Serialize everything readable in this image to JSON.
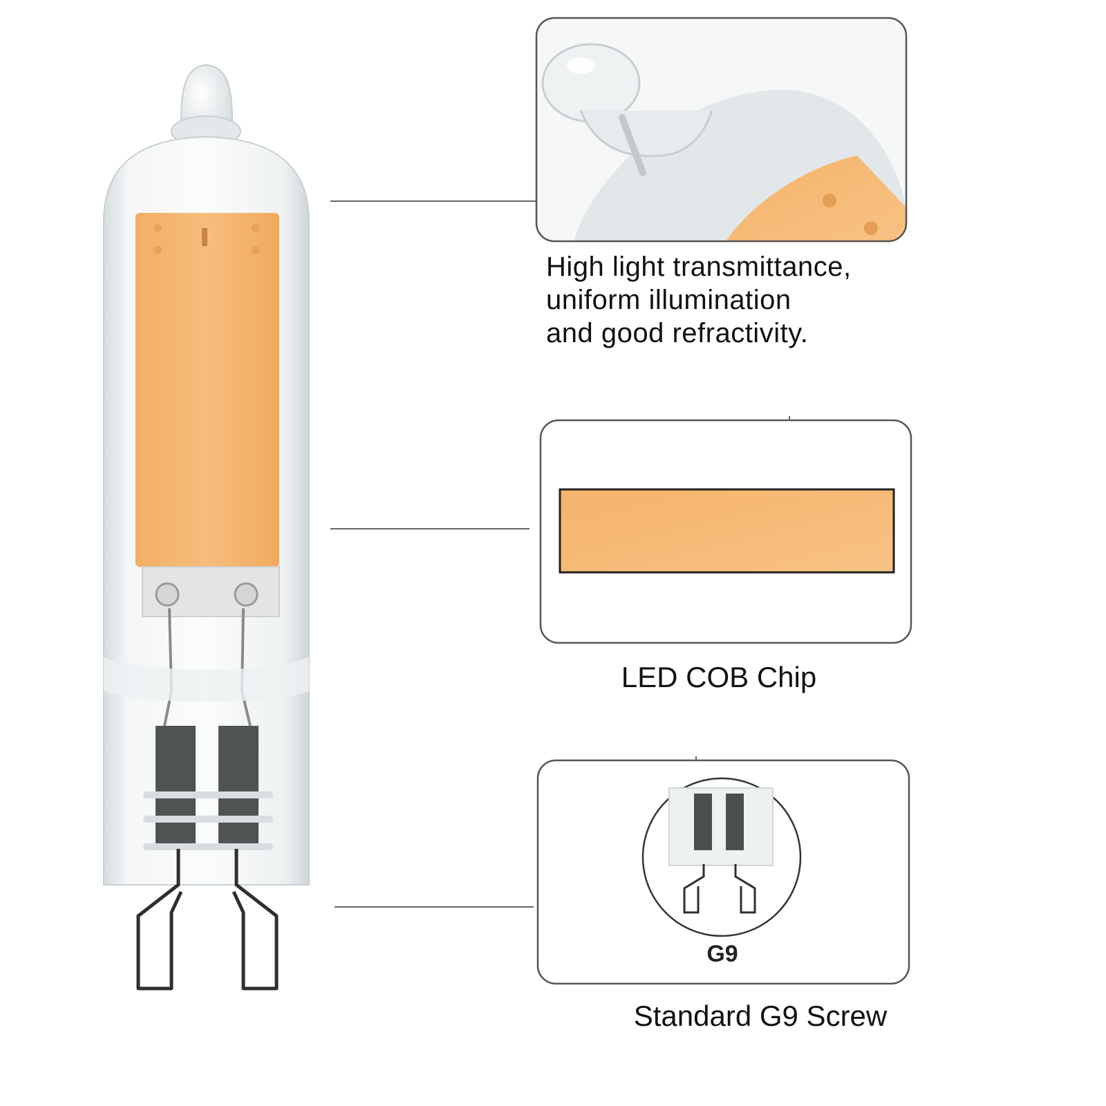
{
  "callouts": {
    "transmittance": {
      "lines": [
        "High light transmittance,",
        "uniform illumination",
        "and good refractivity."
      ]
    },
    "chip": {
      "label": "LED COB Chip"
    },
    "base": {
      "label": "Standard G9 Screw",
      "badge": "G9"
    }
  },
  "colors": {
    "chip_orange": "#F5B871",
    "glass": "#E8ECEE",
    "pin_metal": "#444444",
    "frame": "#555555",
    "leader_line": "#666666"
  }
}
